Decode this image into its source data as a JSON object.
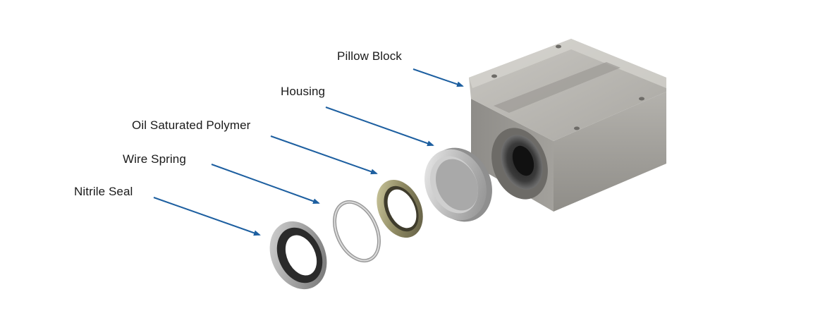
{
  "diagram": {
    "callouts": [
      {
        "id": "pillow-block",
        "label": "Pillow Block"
      },
      {
        "id": "housing",
        "label": "Housing"
      },
      {
        "id": "oil-saturated-polymer",
        "label": "Oil Saturated Polymer"
      },
      {
        "id": "wire-spring",
        "label": "Wire Spring"
      },
      {
        "id": "nitrile-seal",
        "label": "Nitrile Seal"
      }
    ],
    "arrow_color": "#1d5fa0",
    "components": [
      "pillow-block",
      "housing",
      "oil-saturated-polymer",
      "wire-spring",
      "nitrile-seal"
    ]
  }
}
